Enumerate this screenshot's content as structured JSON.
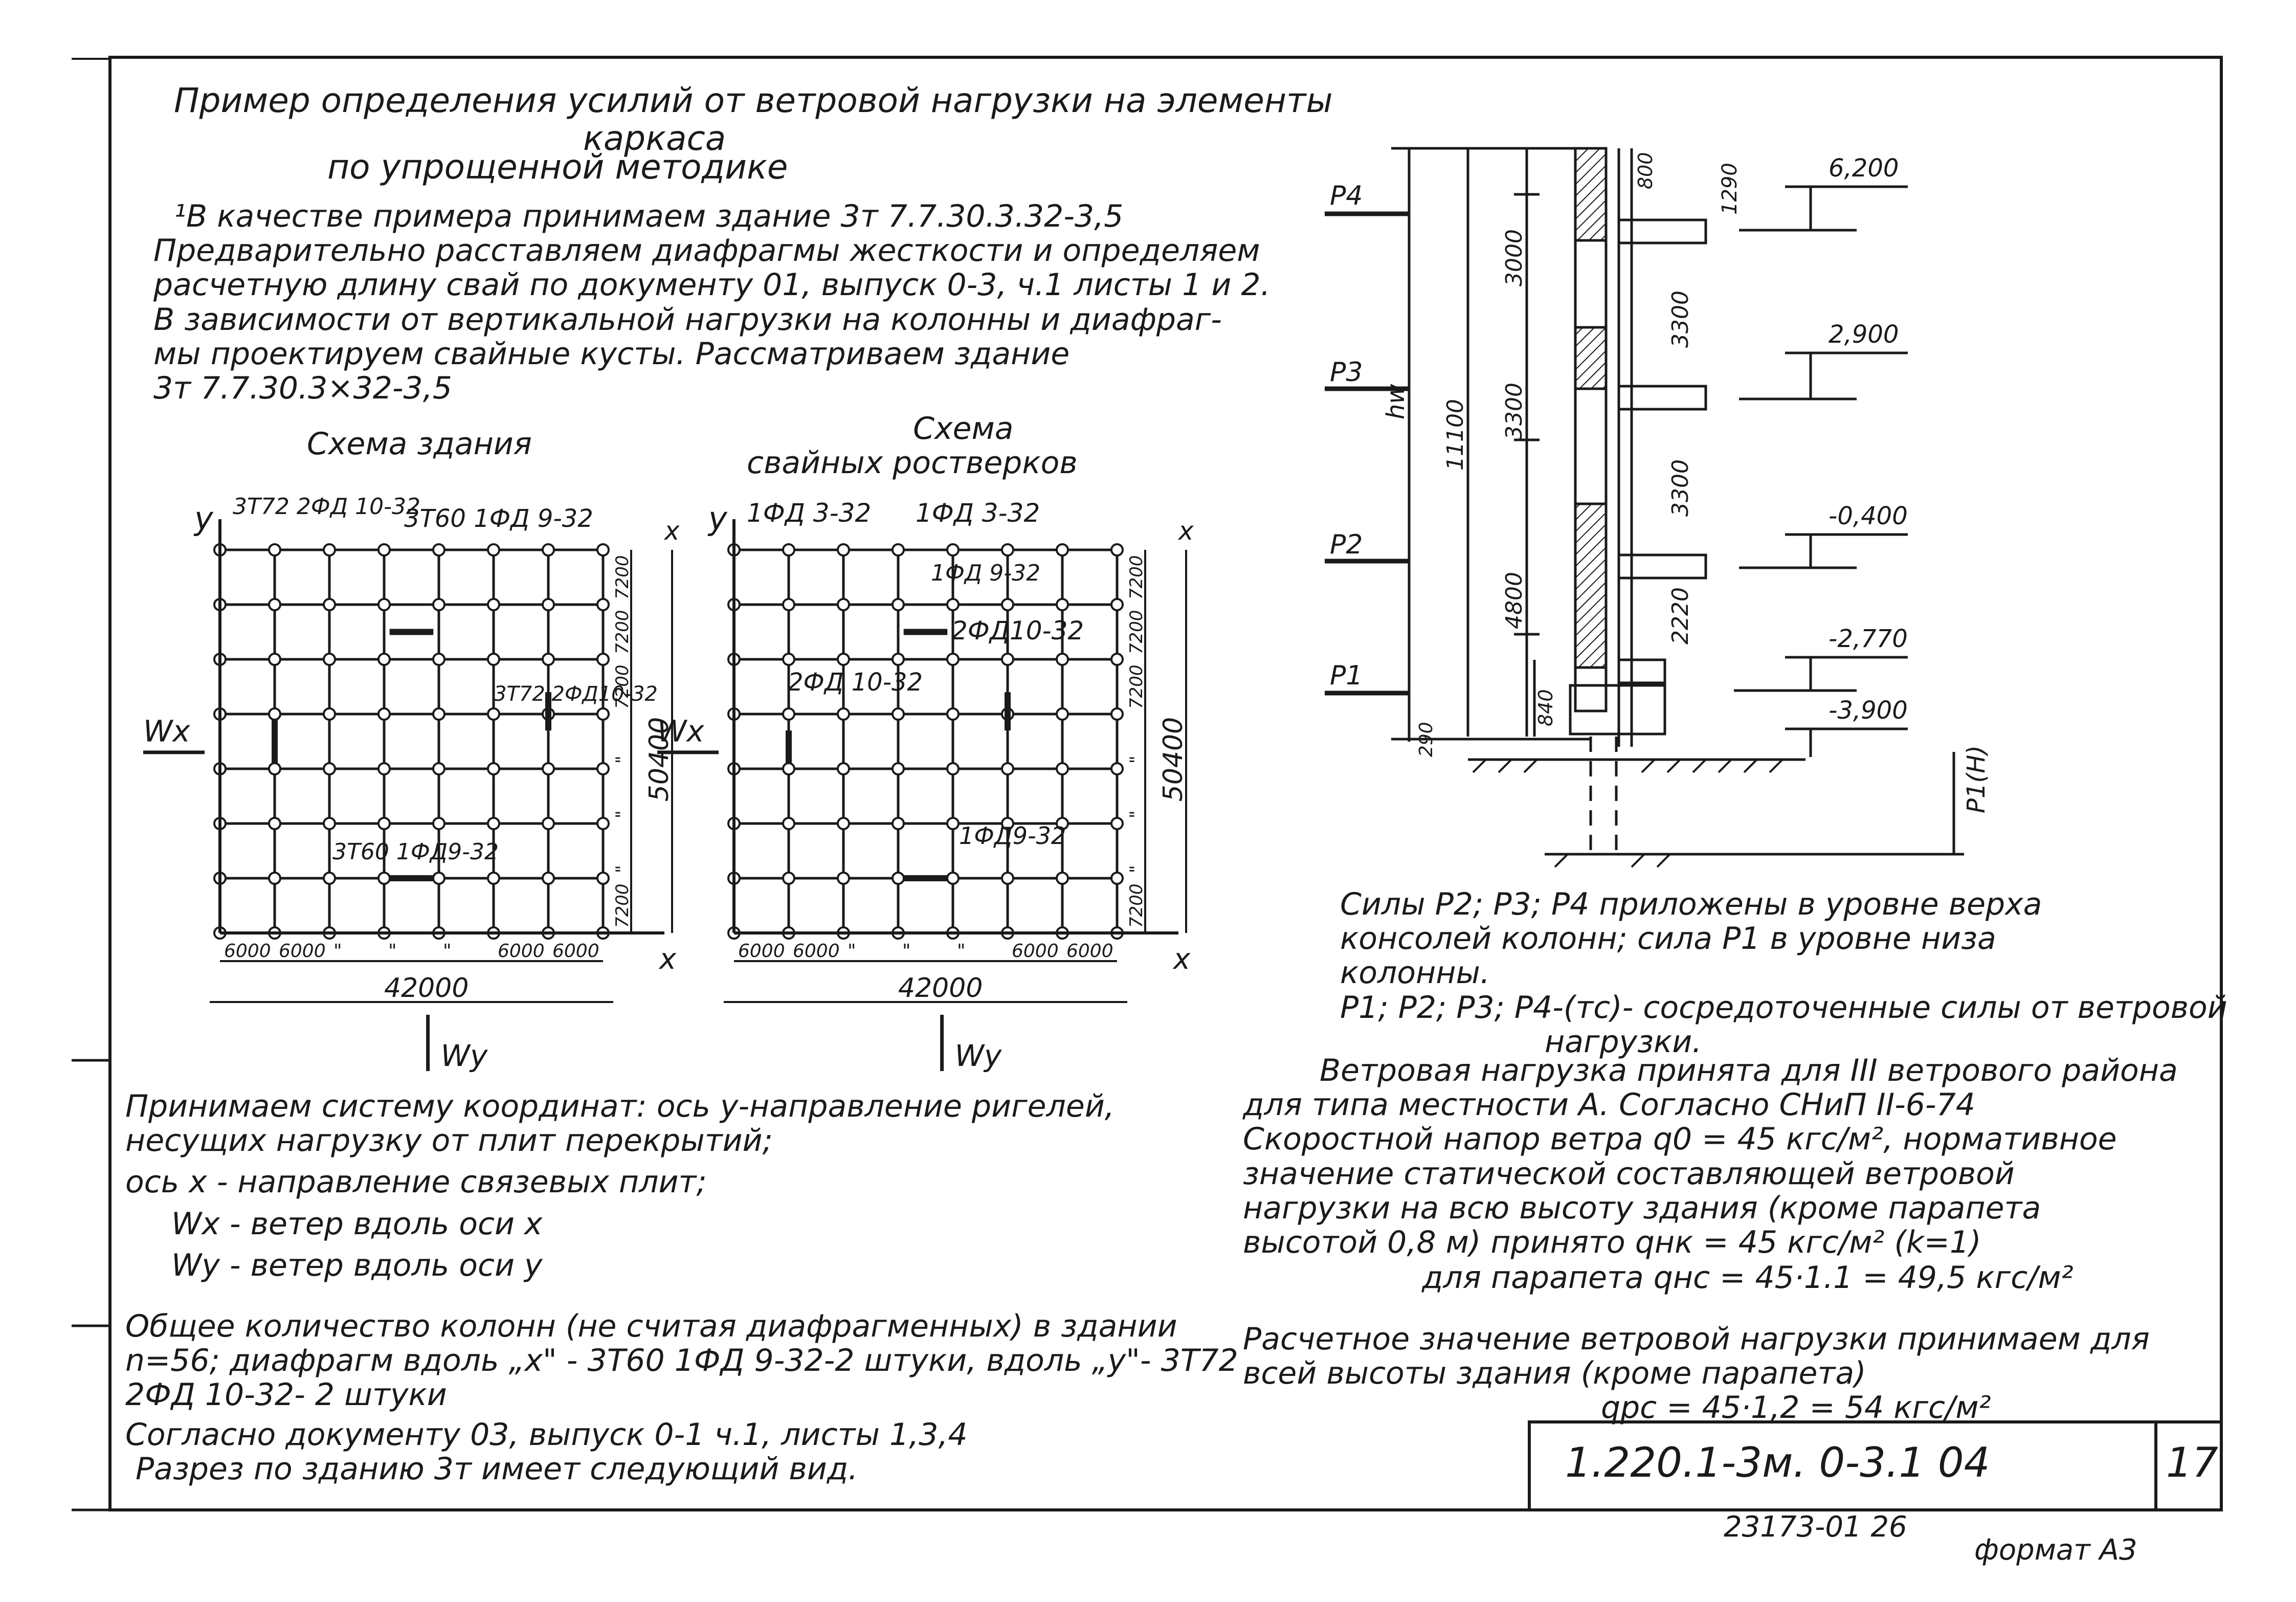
{
  "title": {
    "line1": "Пример определения усилий от ветровой нагрузки на элементы",
    "line2": "каркаса",
    "line3": "по упрощенной методике"
  },
  "intro": [
    "¹В качестве примера принимаем здание 3т 7.7.30.3.32-3,5",
    "Предварительно расставляем диафрагмы жесткости и определяем",
    "расчетную длину свай по документу 01, выпуск 0-3, ч.1 листы 1 и 2.",
    "В зависимости от вертикальной нагрузки на колонны и диафраг-",
    "мы проектируем свайные кусты. Рассматриваем здание",
    "3т 7.7.30.3×32-3,5"
  ],
  "plan_left": {
    "title": "Схема здания",
    "axis_y": "y",
    "axis_x": "x",
    "wind_x": "Wx",
    "wind_y": "Wy",
    "labels": [
      "3Т72 2ФД 10-32",
      "3Т60 1ФД 9-32",
      "3Т72 2ФД10-32",
      "3Т60 1ФД9-32"
    ],
    "dims_bottom": [
      "6000",
      "6000",
      "\"",
      "\"",
      "\"",
      "6000",
      "6000"
    ],
    "total_bottom": "42000",
    "dims_right": [
      "7200",
      "7200",
      "7200",
      "\"",
      "\"",
      "\"",
      "7200",
      "7200"
    ],
    "total_right": "50400"
  },
  "plan_right": {
    "title_line1": "Схема",
    "title_line2": "свайных ростверков",
    "axis_y": "y",
    "axis_x": "x",
    "wind_x": "Wx",
    "wind_y": "Wy",
    "labels": [
      "1ФД 3-32",
      "1ФД 3-32",
      "1ФД 9-32",
      "2ФД10-32",
      "2ФД 10-32",
      "1ФД9-32"
    ],
    "dims_bottom": [
      "6000",
      "6000",
      "\"",
      "\"",
      "\"",
      "6000",
      "6000"
    ],
    "total_bottom": "42000",
    "dims_right": [
      "7200",
      "7200",
      "7200",
      "\"",
      "\"",
      "\"",
      "7200",
      "7200"
    ],
    "total_right": "50400"
  },
  "section": {
    "forces": [
      "P4",
      "P3",
      "P2",
      "P1"
    ],
    "levels": [
      "6,200",
      "2,900",
      "-0,400",
      "-2,770",
      "-3,900"
    ],
    "dims_left": [
      "hw",
      "11100",
      "3000",
      "3300",
      "4800",
      "290"
    ],
    "dims_mid": [
      "800",
      "1290",
      "3300",
      "3300",
      "2220",
      "840"
    ],
    "ground": "P1(H)"
  },
  "notes_right": [
    "Силы P2; P3; P4 приложены в уровне верха",
    "консолей колонн; сила P1 в уровне низа",
    "колонны.",
    "P1; P2; P3; P4-(тс)- сосредоточенные силы от ветровой",
    "нагрузки."
  ],
  "wind_text": [
    "Ветровая нагрузка принята для III ветрового района",
    "для типа местности А. Согласно СНиП II-6-74",
    "Скоростной напор ветра q0 = 45 кгс/м², нормативное",
    "значение статической составляющей ветровой",
    "нагрузки на всю высоту здания (кроме парапета",
    "высотой 0,8 м) принято qнк = 45 кгс/м² (k=1)"
  ],
  "parapet": "для парапета   qнс = 45·1.1 = 49,5 кгс/м²",
  "design_text": [
    "Расчетное значение ветровой нагрузки принимаем для",
    "всей высоты здания (кроме парапета)",
    "qрс = 45·1,2 = 54 кгс/м²"
  ],
  "coords_text": [
    "Принимаем систему координат: ось у-направление ригелей,",
    "несущих нагрузку от плит перекрытий;",
    "ось х - направление связевых плит;",
    "Wx - ветер вдоль оси х",
    "Wy - ветер вдоль оси у"
  ],
  "count_text": [
    "Общее количество колонн (не считая диафрагменных) в здании",
    "n=56; диафрагм вдоль „х\" - 3Т60 1ФД 9-32-2 штуки, вдоль „у\"- 3Т72",
    "2ФД 10-32- 2 штуки",
    "Согласно документу 03, выпуск 0-1 ч.1, листы 1,3,4",
    "Разрез по зданию 3т имеет следующий вид."
  ],
  "stamp": {
    "code": "1.220.1-3м. 0-3.1 04",
    "sheet": "17"
  },
  "footer": {
    "inventory": "23173-01 26",
    "format": "формат А3"
  }
}
